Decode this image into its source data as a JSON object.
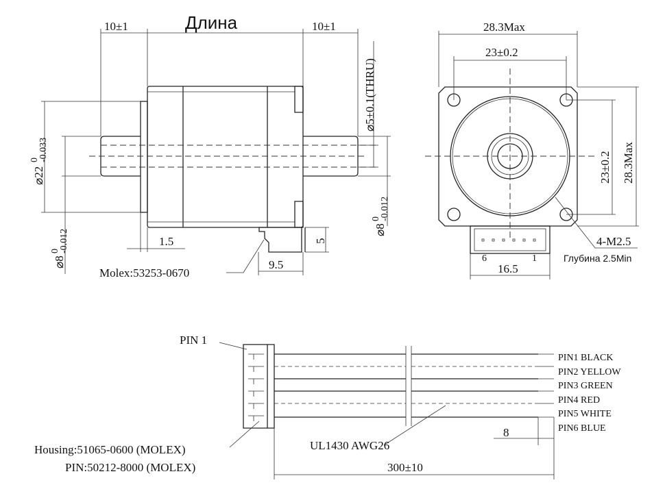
{
  "side_view": {
    "title": "Длина",
    "left_shaft_length": "10±1",
    "right_shaft_length": "10±1",
    "bore": "⌀5±0.1(THRU)",
    "flange_diameter": "⌀22",
    "flange_tol_upper": "0",
    "flange_tol_lower": "-0.033",
    "left_shaft_diameter": "⌀8",
    "right_shaft_diameter": "⌀8",
    "shaft_tol_upper": "0",
    "shaft_tol_lower": "-0.012",
    "flange_thickness": "1.5",
    "connector_height": "5",
    "connector_width": "9.5",
    "connector_label": "Molex:53253-0670"
  },
  "front_view": {
    "width_max": "28.3Max",
    "hole_spacing_h": "23±0.2",
    "hole_spacing_v": "23±0.2",
    "height_max": "28.3Max",
    "thread": "4-M2.5",
    "depth": "Глубина 2.5Min",
    "pin_first": "6",
    "pin_last": "1",
    "connector_width": "16.5"
  },
  "cable": {
    "pin1_marker": "PIN 1",
    "pins": [
      "PIN1 BLACK",
      "PIN2 YELLOW",
      "PIN3 GREEN",
      "PIN4 RED",
      "PIN5 WHITE",
      "PIN6 BLUE"
    ],
    "wire_spec": "UL1430 AWG26",
    "strip_length": "8",
    "cable_length": "300±10",
    "housing": "Housing:51065-0600 (MOLEX)",
    "pin_part": "PIN:50212-8000 (MOLEX)"
  }
}
